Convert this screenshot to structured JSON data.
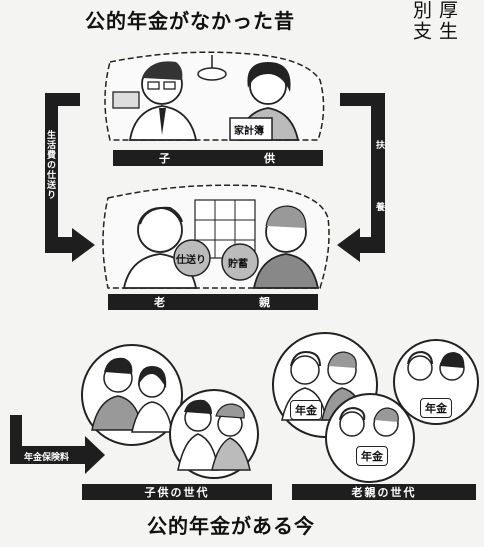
{
  "title_top": "公的年金がなかった昔",
  "title_bottom": "公的年金がある今",
  "side_text": [
    "厚生",
    "別支"
  ],
  "labels": {
    "children": [
      "子",
      "供"
    ],
    "parents": [
      "老",
      "親"
    ],
    "left_arrow": "生活費の仕送り",
    "right_arrow": [
      "扶",
      "養"
    ],
    "premium_arrow": "年金保険料",
    "children_generation": "子供の世代",
    "parents_generation": "老親の世代"
  },
  "scene_text": {
    "household_book": "家計簿",
    "remittance": "仕送り",
    "savings": "貯蓄",
    "pension": "年金"
  },
  "colors": {
    "ink": "#1e1e1e",
    "paper": "#f4f4f2"
  }
}
